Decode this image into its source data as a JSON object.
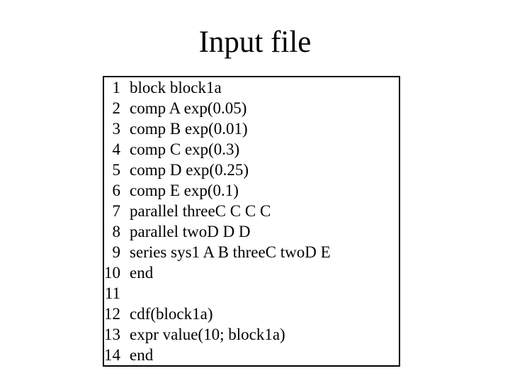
{
  "slide": {
    "title": "Input file"
  },
  "colors": {
    "background": "#ffffff",
    "text": "#000000",
    "box_border": "#000000"
  },
  "code_box": {
    "lines": [
      {
        "num": "1",
        "text": "block block1a"
      },
      {
        "num": "2",
        "text": "comp A exp(0.05)"
      },
      {
        "num": "3",
        "text": "comp B exp(0.01)"
      },
      {
        "num": "4",
        "text": "comp C exp(0.3)"
      },
      {
        "num": "5",
        "text": "comp D exp(0.25)"
      },
      {
        "num": "6",
        "text": "comp E exp(0.1)"
      },
      {
        "num": "7",
        "text": "parallel threeC C C C"
      },
      {
        "num": "8",
        "text": "parallel twoD D D"
      },
      {
        "num": "9",
        "text": "series sys1 A B threeC twoD E"
      },
      {
        "num": "10",
        "text": "end"
      },
      {
        "num": "11",
        "text": ""
      },
      {
        "num": "12",
        "text": "cdf(block1a)"
      },
      {
        "num": "13",
        "text": "expr value(10; block1a)"
      },
      {
        "num": "14",
        "text": "end"
      }
    ]
  }
}
